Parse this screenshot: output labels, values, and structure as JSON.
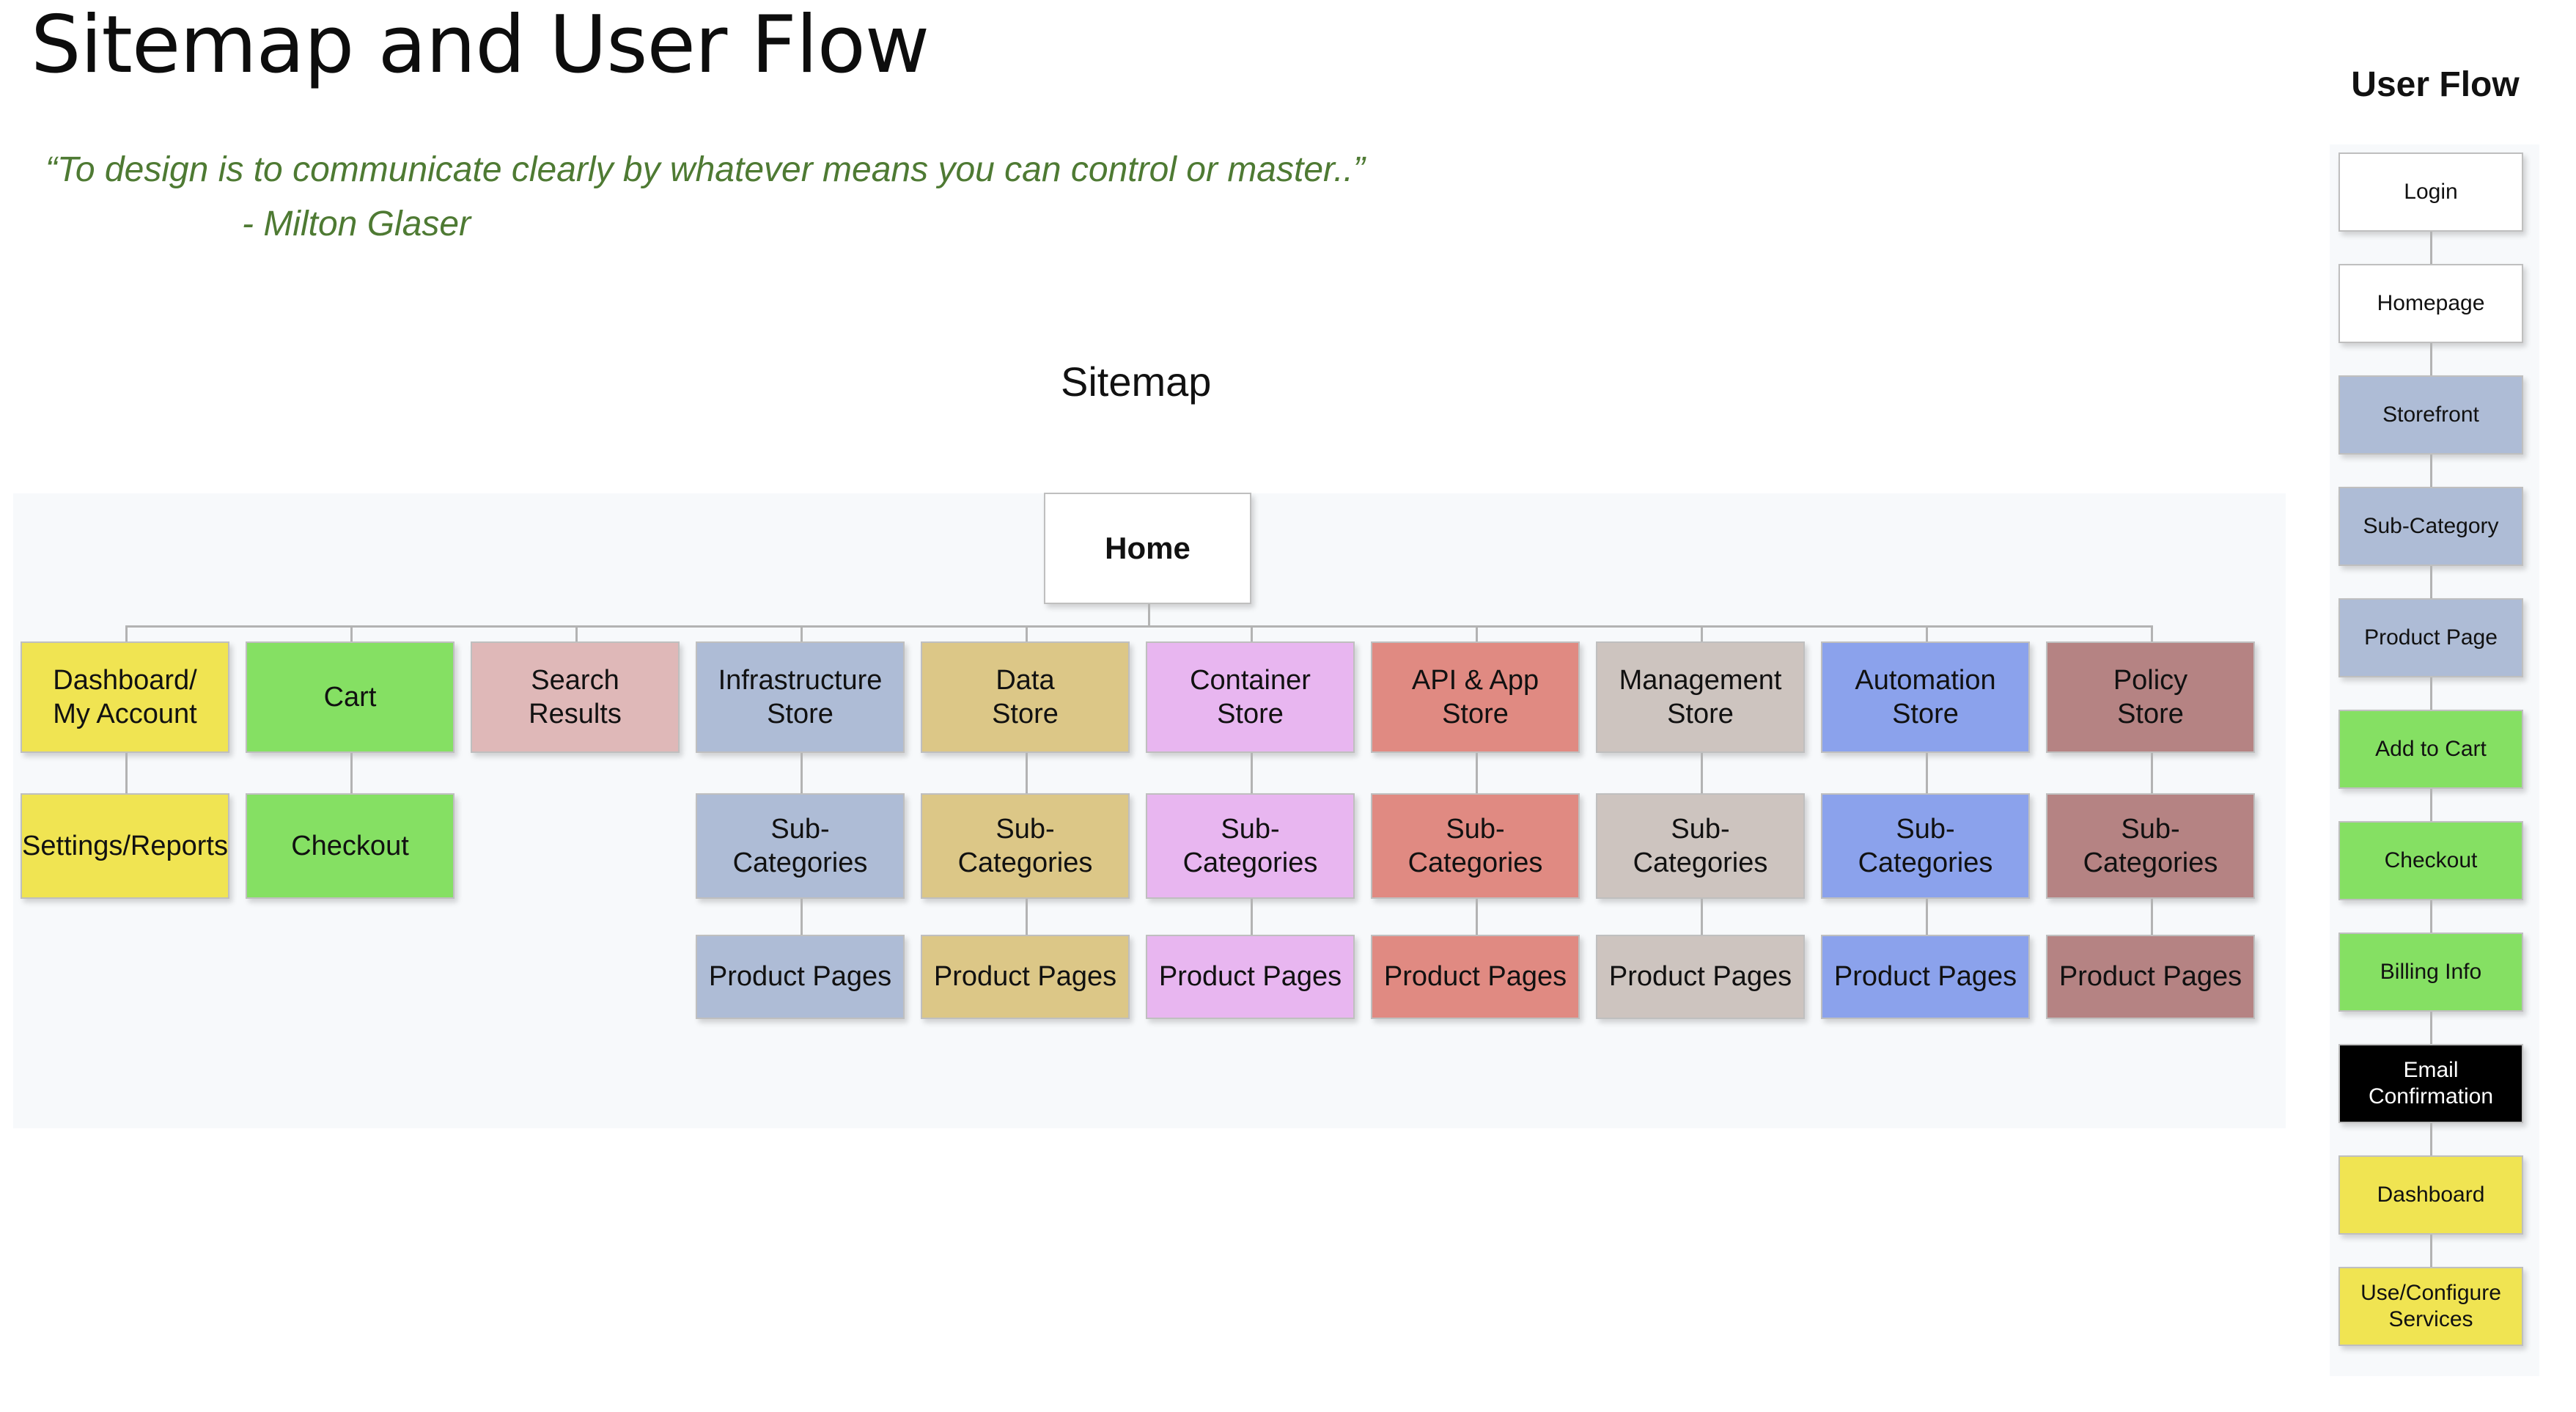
{
  "header": {
    "title": "Sitemap and User Flow",
    "quote": "“To design is to communicate clearly by whatever means you can control or master..”",
    "quote_author": "- Milton Glaser",
    "quote_color": "#4e7a33"
  },
  "sitemap": {
    "heading": "Sitemap",
    "panel_bg": "#f7f9fb",
    "connector_color": "#b3b3b3",
    "root": {
      "label": "Home",
      "color": "#ffffff"
    },
    "columns": [
      {
        "label": "Dashboard/\nMy Account",
        "color": "#f0e452",
        "children": [
          "Settings/Reports"
        ]
      },
      {
        "label": "Cart",
        "color": "#85e063",
        "children": [
          "Checkout"
        ]
      },
      {
        "label": "Search\nResults",
        "color": "#dfb8b8",
        "children": []
      },
      {
        "label": "Infrastructure\nStore",
        "color": "#aebcd6",
        "children": [
          "Sub-\nCategories",
          "Product Pages"
        ]
      },
      {
        "label": "Data\nStore",
        "color": "#dcc787",
        "children": [
          "Sub-\nCategories",
          "Product Pages"
        ]
      },
      {
        "label": "Container\nStore",
        "color": "#e8b6f0",
        "children": [
          "Sub-\nCategories",
          "Product Pages"
        ]
      },
      {
        "label": "API & App\nStore",
        "color": "#e08a82",
        "children": [
          "Sub-\nCategories",
          "Product Pages"
        ]
      },
      {
        "label": "Management\nStore",
        "color": "#cdc4bf",
        "children": [
          "Sub-\nCategories",
          "Product Pages"
        ]
      },
      {
        "label": "Automation\nStore",
        "color": "#8ba2ec",
        "children": [
          "Sub-\nCategories",
          "Product Pages"
        ]
      },
      {
        "label": "Policy\nStore",
        "color": "#b58383",
        "children": [
          "Sub-\nCategories",
          "Product Pages"
        ]
      }
    ]
  },
  "userflow": {
    "heading": "User Flow",
    "panel_bg": "#f7f9fb",
    "steps": [
      {
        "label": "Login",
        "color": "#ffffff",
        "text_color": "#111111"
      },
      {
        "label": "Homepage",
        "color": "#ffffff",
        "text_color": "#111111"
      },
      {
        "label": "Storefront",
        "color": "#aebcd6",
        "text_color": "#111111"
      },
      {
        "label": "Sub-Category",
        "color": "#aebcd6",
        "text_color": "#111111"
      },
      {
        "label": "Product Page",
        "color": "#aebcd6",
        "text_color": "#111111"
      },
      {
        "label": "Add to Cart",
        "color": "#85e063",
        "text_color": "#111111"
      },
      {
        "label": "Checkout",
        "color": "#85e063",
        "text_color": "#111111"
      },
      {
        "label": "Billing Info",
        "color": "#85e063",
        "text_color": "#111111"
      },
      {
        "label": "Email\nConfirmation",
        "color": "#000000",
        "text_color": "#ffffff"
      },
      {
        "label": "Dashboard",
        "color": "#f0e452",
        "text_color": "#111111"
      },
      {
        "label": "Use/Configure\nServices",
        "color": "#f0e452",
        "text_color": "#111111"
      }
    ]
  }
}
